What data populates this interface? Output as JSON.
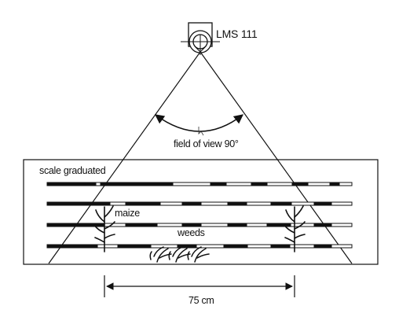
{
  "labels": {
    "sensor": "LMS 111",
    "field_of_view": "field of view 90°",
    "scale": "scale graduated",
    "maize": "maize",
    "weeds": "weeds",
    "row_width": "75 cm"
  },
  "colors": {
    "ink": "#111111",
    "paper": "#ffffff"
  },
  "icons": [
    "laser-scanner-icon",
    "maize-plant-icon",
    "weed-plant-icon",
    "dimension-arrow-icon"
  ]
}
